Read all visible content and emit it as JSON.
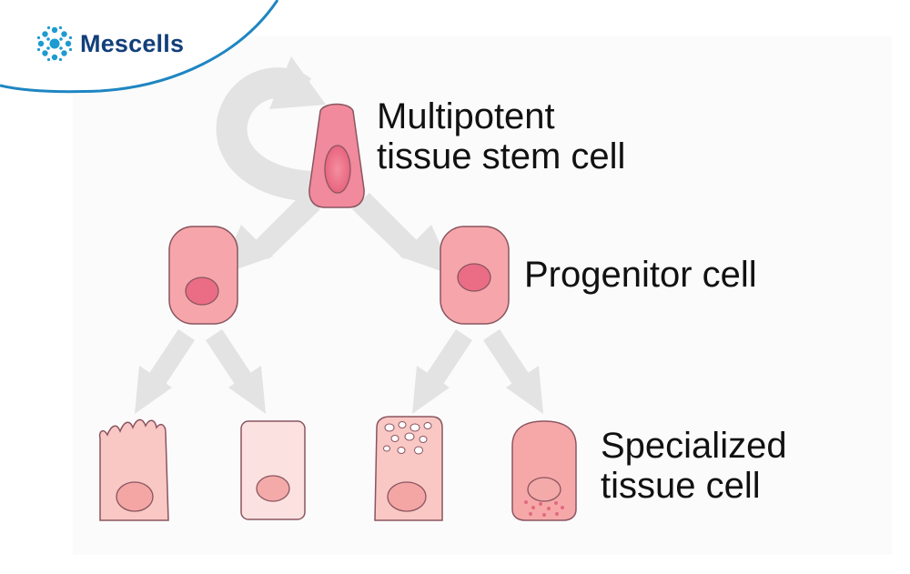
{
  "brand": {
    "name": "Mescells",
    "icon": "mescells-logo-icon",
    "color": "#123f7a",
    "accent": "#1e9bd0"
  },
  "labels": {
    "stem": [
      "Multipotent",
      "tissue stem cell"
    ],
    "progenitor": "Progenitor cell",
    "specialized": [
      "Specialized",
      "tissue cell"
    ]
  },
  "colors": {
    "stem_cell": "#f08a9c",
    "progenitor_cell": "#f6a6aa",
    "specialized_cell": "#f9c8c4",
    "arrow": "#e3e3e3",
    "outline": "#8a5560"
  }
}
